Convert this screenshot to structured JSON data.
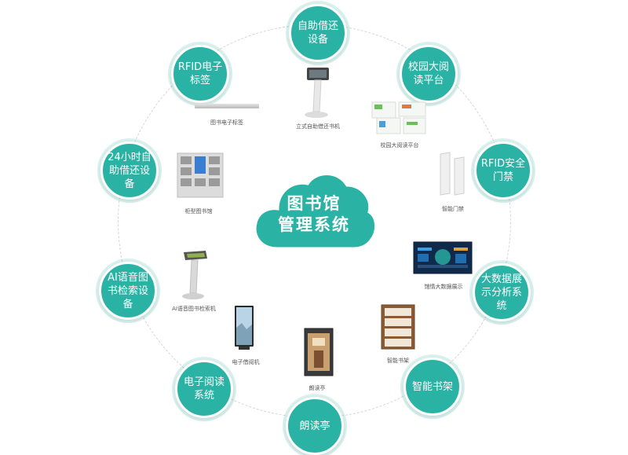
{
  "colors": {
    "accent": "#2ab3a4",
    "ring": "#cfd6d4"
  },
  "center": {
    "title_line1": "图书馆",
    "title_line2": "管理系统"
  },
  "nodes": [
    {
      "id": "self-service",
      "label": "自助借还设备"
    },
    {
      "id": "reading-platform",
      "label": "校园大阅读平台"
    },
    {
      "id": "rfid-gate",
      "label": "RFID安全门禁"
    },
    {
      "id": "big-data",
      "label": "大数据展示分析系统"
    },
    {
      "id": "smart-shelf",
      "label": "智能书架"
    },
    {
      "id": "reading-booth",
      "label": "朗读亭"
    },
    {
      "id": "e-reader",
      "label": "电子阅读系统"
    },
    {
      "id": "ai-voice",
      "label": "AI语音图书检索设备"
    },
    {
      "id": "24h",
      "label": "24小时自助借还设备"
    },
    {
      "id": "rfid-tag",
      "label": "RFID电子标签"
    }
  ],
  "devices": {
    "tag": "图书电子标签",
    "kiosk": "立式自助借还书机",
    "platform": "校园大阅读平台",
    "gate": "智能门禁",
    "cabinet": "柜型图书馆",
    "bigscreen": "馆情大数据展示",
    "ai_kiosk": "AI语音图书检索机",
    "shelf": "智能书架",
    "e_reader": "电子借阅机",
    "booth": "朗读亭"
  }
}
